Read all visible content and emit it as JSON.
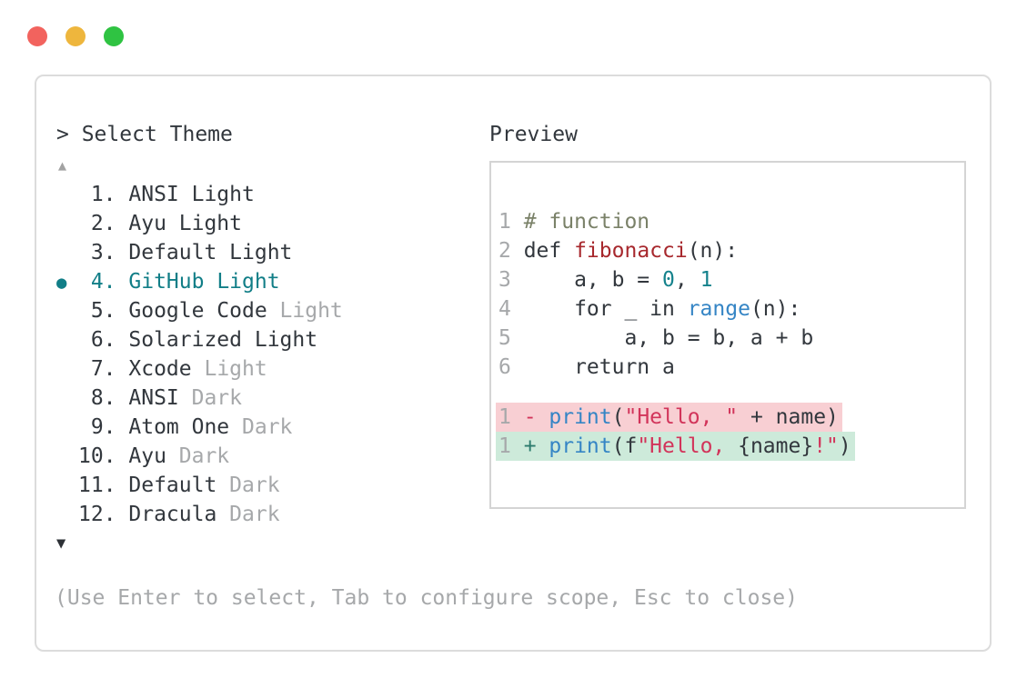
{
  "window": {
    "traffic_lights": {
      "close_color": "#f2635e",
      "minimize_color": "#eeb63d",
      "zoom_color": "#2fc342"
    }
  },
  "selector": {
    "prompt_symbol": ">",
    "title": "Select Theme",
    "scroll_up_indicator": "▲",
    "scroll_down_indicator": "▼",
    "selected_bullet": "●",
    "themes": [
      {
        "num": "1.",
        "name": "ANSI",
        "suffix": "Light"
      },
      {
        "num": "2.",
        "name": "Ayu",
        "suffix": "Light"
      },
      {
        "num": "3.",
        "name": "Default",
        "suffix": "Light"
      },
      {
        "num": "4.",
        "name": "GitHub",
        "suffix": "Light",
        "bullet": "●",
        "selected": true
      },
      {
        "num": "5.",
        "name": "Google Code",
        "suffix": "Light"
      },
      {
        "num": "6.",
        "name": "Solarized",
        "suffix": "Light"
      },
      {
        "num": "7.",
        "name": "Xcode",
        "suffix": "Light"
      },
      {
        "num": "8.",
        "name": "ANSI",
        "suffix": "Dark"
      },
      {
        "num": "9.",
        "name": "Atom One",
        "suffix": "Dark"
      },
      {
        "num": "10.",
        "name": "Ayu",
        "suffix": "Dark"
      },
      {
        "num": "11.",
        "name": "Default",
        "suffix": "Dark"
      },
      {
        "num": "12.",
        "name": "Dracula",
        "suffix": "Dark"
      }
    ],
    "help": "(Use Enter to select, Tab to configure scope, Esc to close)"
  },
  "preview": {
    "label": "Preview",
    "code_lines": [
      {
        "ln": "1",
        "tokens": [
          "# function"
        ]
      },
      {
        "ln": "2",
        "tokens": [
          "def ",
          "fibonacci",
          "(n):"
        ]
      },
      {
        "ln": "3",
        "tokens": [
          "    a, b = ",
          "0",
          ", ",
          "1"
        ]
      },
      {
        "ln": "4",
        "tokens": [
          "    for _ in ",
          "range",
          "(n):"
        ]
      },
      {
        "ln": "5",
        "tokens": [
          "        a, b = b, a + b"
        ]
      },
      {
        "ln": "6",
        "tokens": [
          "    return a"
        ]
      }
    ],
    "diff_lines": [
      {
        "ln": "1",
        "sign": "-",
        "tokens": [
          "print",
          "(",
          "\"Hello, \"",
          " + name)"
        ]
      },
      {
        "ln": "1",
        "sign": "+",
        "tokens": [
          "print",
          "(f",
          "\"Hello, ",
          "{name}",
          "!\"",
          ")"
        ]
      }
    ]
  },
  "colors": {
    "selected_theme_accent": "#117e87",
    "primary_text": "#32373d",
    "muted_text": "#a6a8aa",
    "comment": "#7a8168",
    "function_name": "#a7282d",
    "builtin": "#3585c5",
    "number_literal": "#15828c",
    "string_literal": "#d2345a",
    "diff_removed_bg": "#f8cfd3",
    "diff_added_bg": "#cdeada",
    "diff_plus_sign": "#2c7b6d"
  }
}
